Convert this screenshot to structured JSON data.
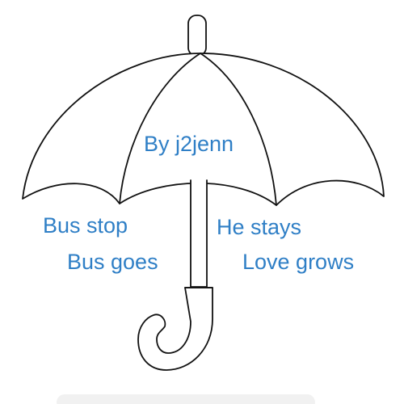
{
  "credit": "By j2jenn",
  "poem": {
    "left_line_1": "Bus stop",
    "left_line_2": "Bus goes",
    "right_line_1": "He stays",
    "right_line_2": "Love grows"
  },
  "colors": {
    "text": "#2f7fc6",
    "outline": "#111111",
    "background": "#ffffff"
  }
}
